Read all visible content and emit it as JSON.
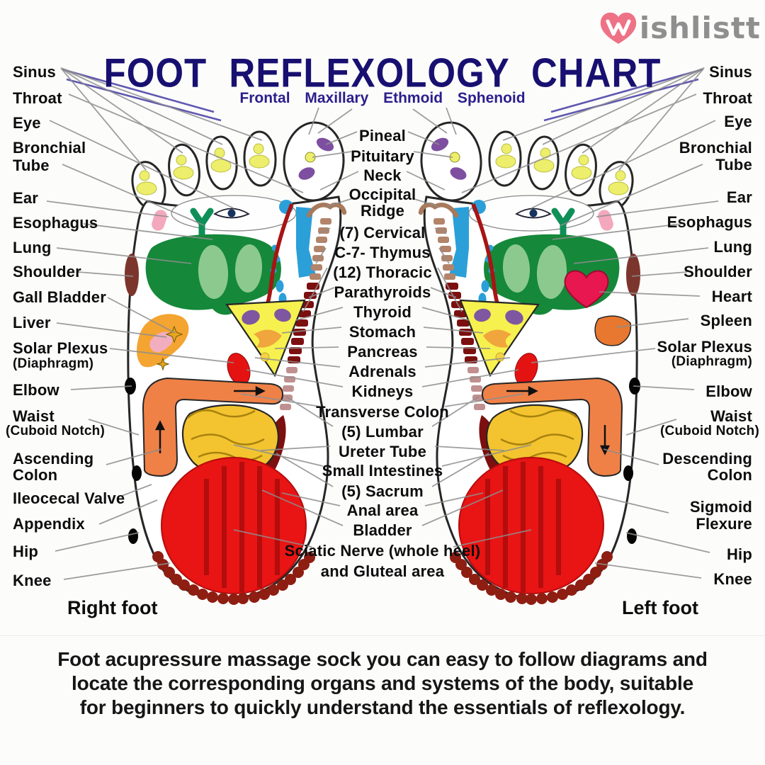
{
  "logo": {
    "brand": "Wishlistt",
    "brand_rest": "ishlistt"
  },
  "header": {
    "title": "FOOT REFLEXOLOGY CHART",
    "subtitle": "Frontal Maxillary Ethmoid Sphenoid"
  },
  "left_labels": [
    "Sinus",
    "Throat",
    "Eye",
    "Bronchial",
    "Tube",
    "Ear",
    "Esophagus",
    "Lung",
    "Shoulder",
    "Gall Bladder",
    "Liver",
    "Solar Plexus",
    "(Diaphragm)",
    "Elbow",
    "Waist",
    "(Cuboid Notch)",
    "Ascending",
    "Colon",
    "Ileocecal Valve",
    "Appendix",
    "Hip",
    "Knee"
  ],
  "center_labels": [
    "Pineal",
    "Pituitary",
    "Neck",
    "Occipital",
    "Ridge",
    "(7) Cervical",
    "C-7- Thymus",
    "(12) Thoracic",
    "Parathyroids",
    "Thyroid",
    "Stomach",
    "Pancreas",
    "Adrenals",
    "Kidneys",
    "Transverse Colon",
    "(5) Lumbar",
    "Ureter Tube",
    "Small Intestines",
    "(5) Sacrum",
    "Anal area",
    "Bladder",
    "Sciatic Nerve (whole heel)",
    "and Gluteal area"
  ],
  "right_labels": [
    "Sinus",
    "Throat",
    "Eye",
    "Bronchial",
    "Tube",
    "Ear",
    "Esophagus",
    "Lung",
    "Shoulder",
    "Heart",
    "Spleen",
    "Solar Plexus",
    "(Diaphragm)",
    "Elbow",
    "Waist",
    "(Cuboid Notch)",
    "Descending",
    "Colon",
    "Sigmoid",
    "Flexure",
    "Hip",
    "Knee"
  ],
  "foot_captions": {
    "right": "Right foot",
    "left": "Left foot"
  },
  "caption_lines": [
    "Foot acupressure massage sock you can easy to follow diagrams and",
    "locate the corresponding organs and systems of the body, suitable",
    "for beginners to quickly understand the essentials of reflexology."
  ],
  "colors": {
    "title_navy": "#181070",
    "subtitle_navy": "#2a1e8c",
    "label_black": "#0d0d0d",
    "leader_gray": "#8e8e8e",
    "logo_pink": "#ee7286",
    "logo_gray": "#8f8f8f",
    "heel_red": "#e91414",
    "lung_green": "#15883a",
    "colon_orange": "#ef8147",
    "intestine_yellow": "#f3c430",
    "spine_dark_red": "#7c0f0f",
    "toe_yellow": "#edee6b",
    "zone_purple": "#7e4fa0",
    "strip_blue": "#2b9fd8",
    "stomach_yellow": "#f6f14e",
    "heart_crimson": "#e8174f",
    "liver_orange": "#f4a431"
  }
}
